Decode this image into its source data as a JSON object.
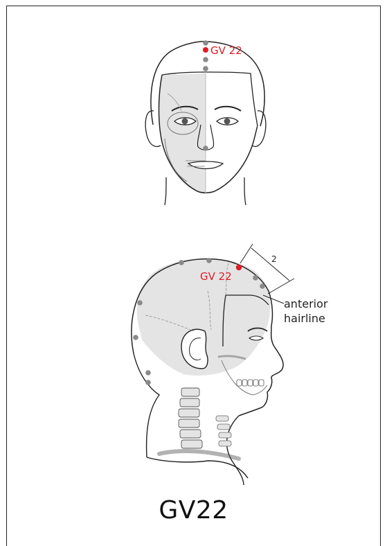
{
  "figure": {
    "title": "GV22",
    "front_point_label": "GV 22",
    "side_point_label": "GV 22",
    "measure_label": "2",
    "landmark_label_line1": "anterior",
    "landmark_label_line2": "hairline"
  },
  "colors": {
    "point_highlight": "#e01b24",
    "point_neutral": "#8a8a8a",
    "skull_fill": "#e4e4e4",
    "outline": "#222222"
  }
}
